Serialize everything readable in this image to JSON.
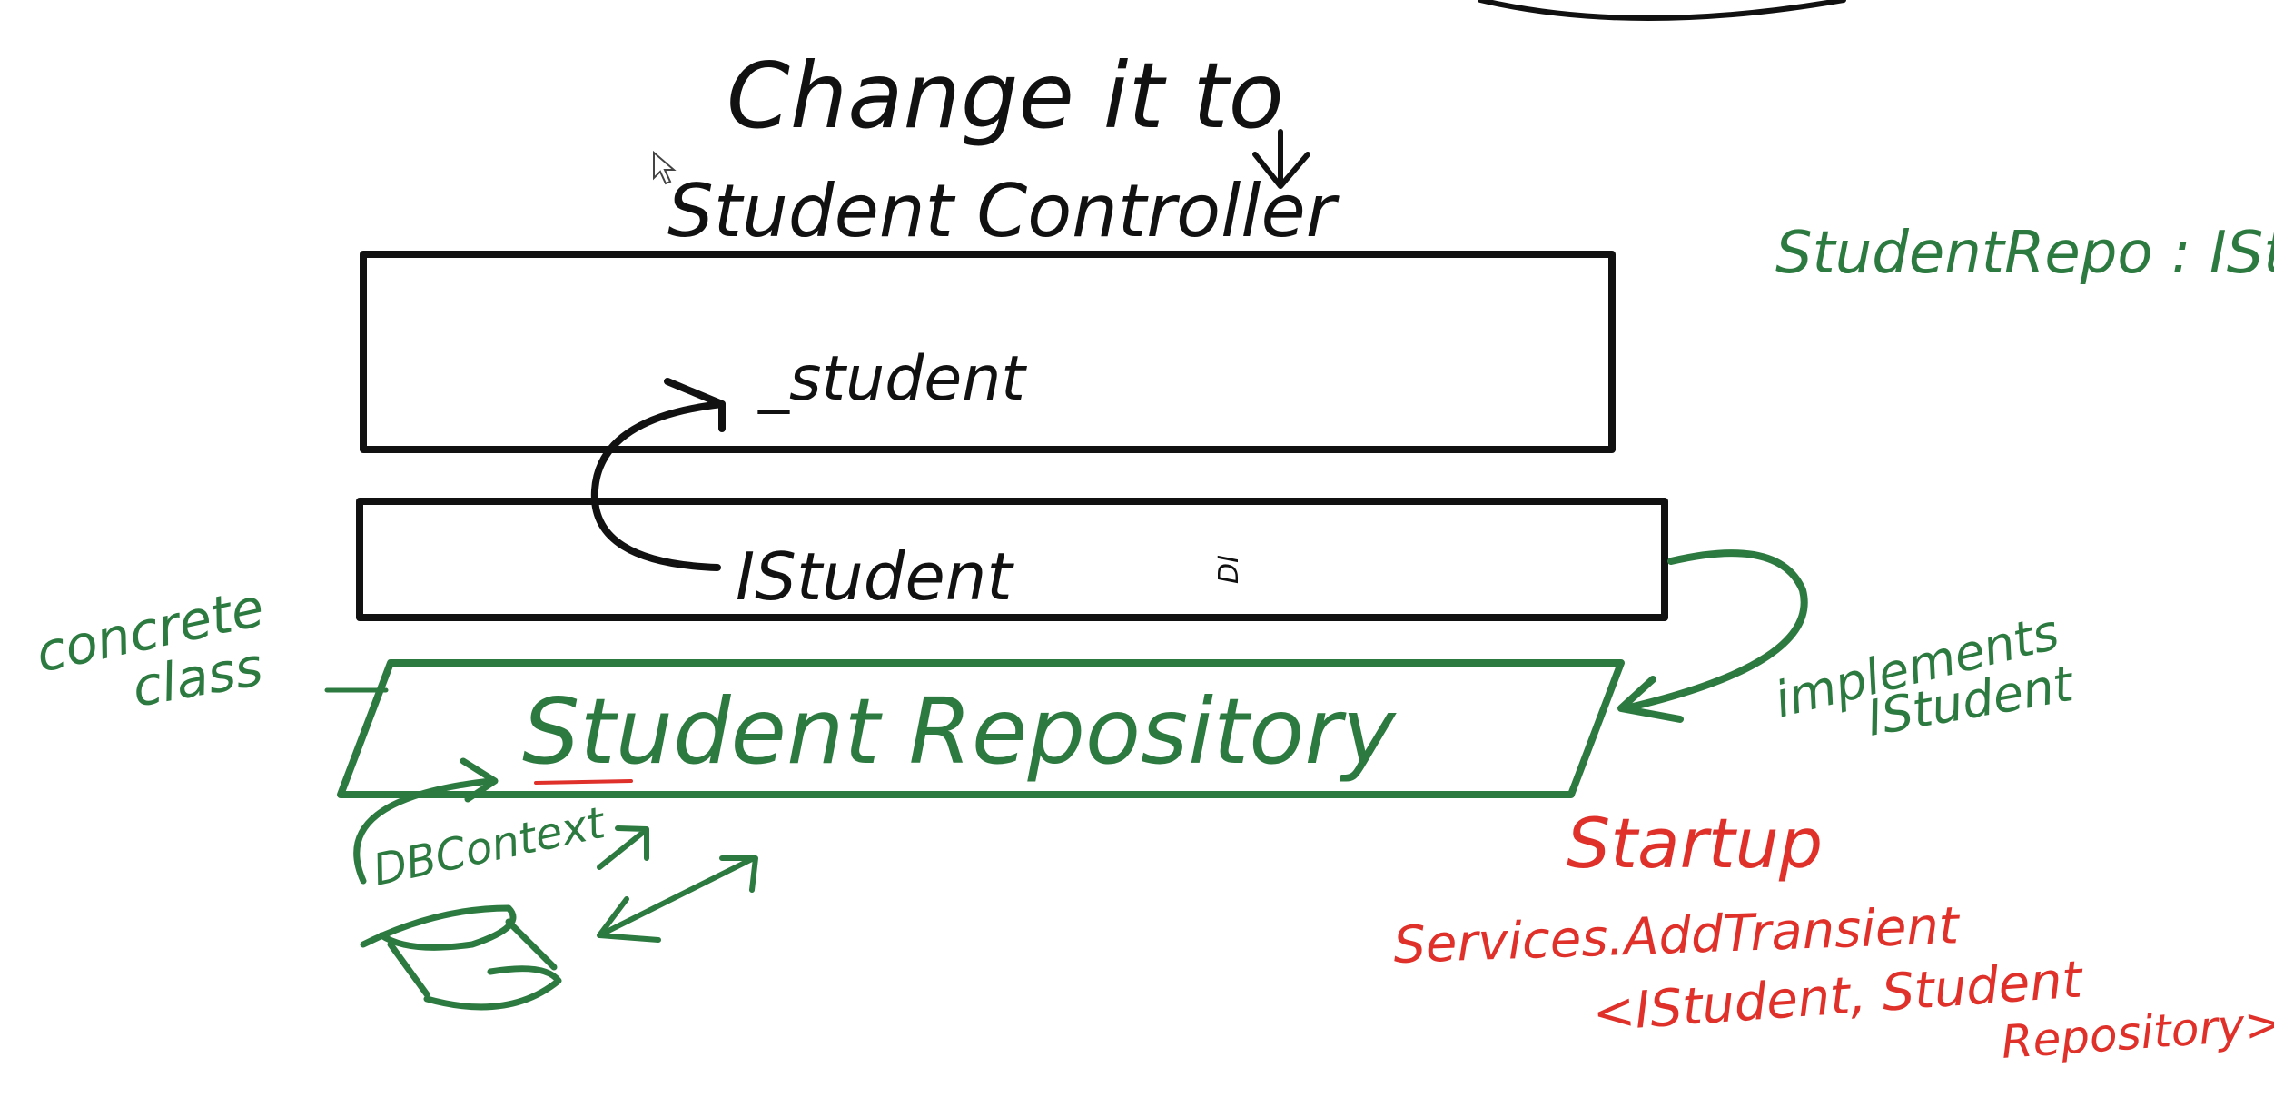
{
  "colors": {
    "black_ink": "#111111",
    "green_ink": "#2c7a40",
    "red_ink": "#e0302a",
    "background": "#ffffff"
  },
  "top": {
    "line1": "Change it to",
    "line2": "Student Controller"
  },
  "right_note": "StudentRepo : IStu",
  "controller_box": {
    "label": "_student"
  },
  "interface_box": {
    "label": "IStudent",
    "side_mark": "DI"
  },
  "left_note": {
    "line1": "concrete",
    "line2": "class"
  },
  "repository_box": {
    "label": "Student Repository"
  },
  "implements_note": {
    "line1": "implements",
    "line2": "IStudent"
  },
  "db": {
    "label": "DBContext"
  },
  "startup": {
    "title": "Startup",
    "line1": "Services.AddTransient",
    "line2": "<IStudent, Student",
    "line3": "Repository>"
  },
  "cursor": {
    "icon": "mouse-pointer-icon"
  }
}
